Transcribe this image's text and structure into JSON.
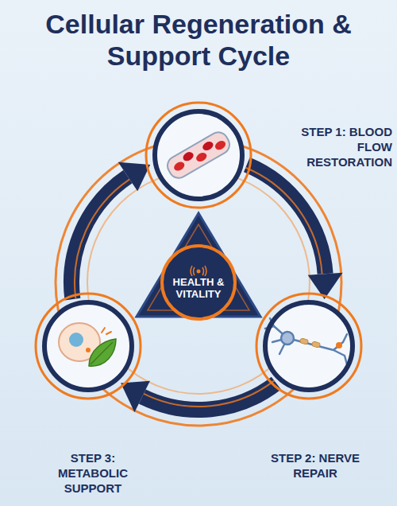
{
  "diagram": {
    "title": "Cellular Regeneration & Support Cycle",
    "nodes": [
      {
        "text": [
          "STEP 1: BLOOD FLOW RESTORATION"
        ]
      },
      {
        "text": [
          "STEP 2: NERVE REPAIR"
        ]
      },
      {
        "text": [
          "STEP 3: METABOLIC SUPPORT"
        ]
      },
      {
        "text": [
          "HEALTH & VITALITY"
        ]
      }
    ],
    "edges": [
      {
        "from": 0,
        "to": 1,
        "arrow": "to"
      },
      {
        "from": 1,
        "to": 2,
        "arrow": "to"
      },
      {
        "from": 2,
        "to": 0,
        "arrow": "to"
      }
    ]
  }
}
